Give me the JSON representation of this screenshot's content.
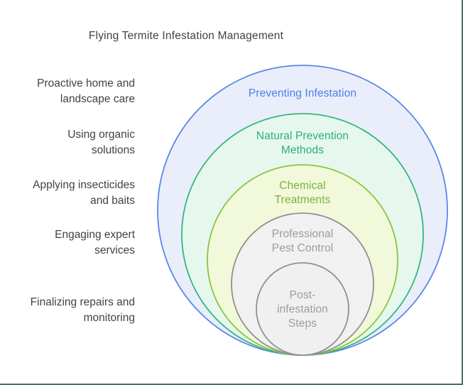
{
  "page": {
    "background": "#ffffff",
    "frame_border_color": "#47745d"
  },
  "title": "Flying Termite Infestation Management",
  "side_labels": [
    {
      "lines": [
        "Proactive home and",
        "landscape care"
      ]
    },
    {
      "lines": [
        "Using organic",
        "solutions"
      ]
    },
    {
      "lines": [
        "Applying insecticides",
        "and baits"
      ]
    },
    {
      "lines": [
        "Engaging expert",
        "services"
      ]
    },
    {
      "lines": [
        "Finalizing repairs and",
        "monitoring"
      ]
    }
  ],
  "rings": [
    {
      "label": "Preventing Infestation",
      "label_lines": [
        "Preventing Infestation"
      ],
      "stroke": "#5b87e8",
      "fill": "#e9eefa",
      "text_color": "#4d7de8"
    },
    {
      "label": "Natural Prevention Methods",
      "label_lines": [
        "Natural Prevention",
        "Methods"
      ],
      "stroke": "#35b57f",
      "fill": "#e6f8ee",
      "text_color": "#2fad7b"
    },
    {
      "label": "Chemical Treatments",
      "label_lines": [
        "Chemical",
        "Treatments"
      ],
      "stroke": "#8bc341",
      "fill": "#f2f8da",
      "text_color": "#7ab23e"
    },
    {
      "label": "Professional Pest Control",
      "label_lines": [
        "Professional",
        "Pest Control"
      ],
      "stroke": "#909090",
      "fill": "#f1f1f1",
      "text_color": "#9c9c9c"
    },
    {
      "label": "Post-infestation Steps",
      "label_lines": [
        "Post-",
        "infestation",
        "Steps"
      ],
      "stroke": "#909090",
      "fill": "#f0f0f0",
      "text_color": "#9c9c9c"
    }
  ]
}
